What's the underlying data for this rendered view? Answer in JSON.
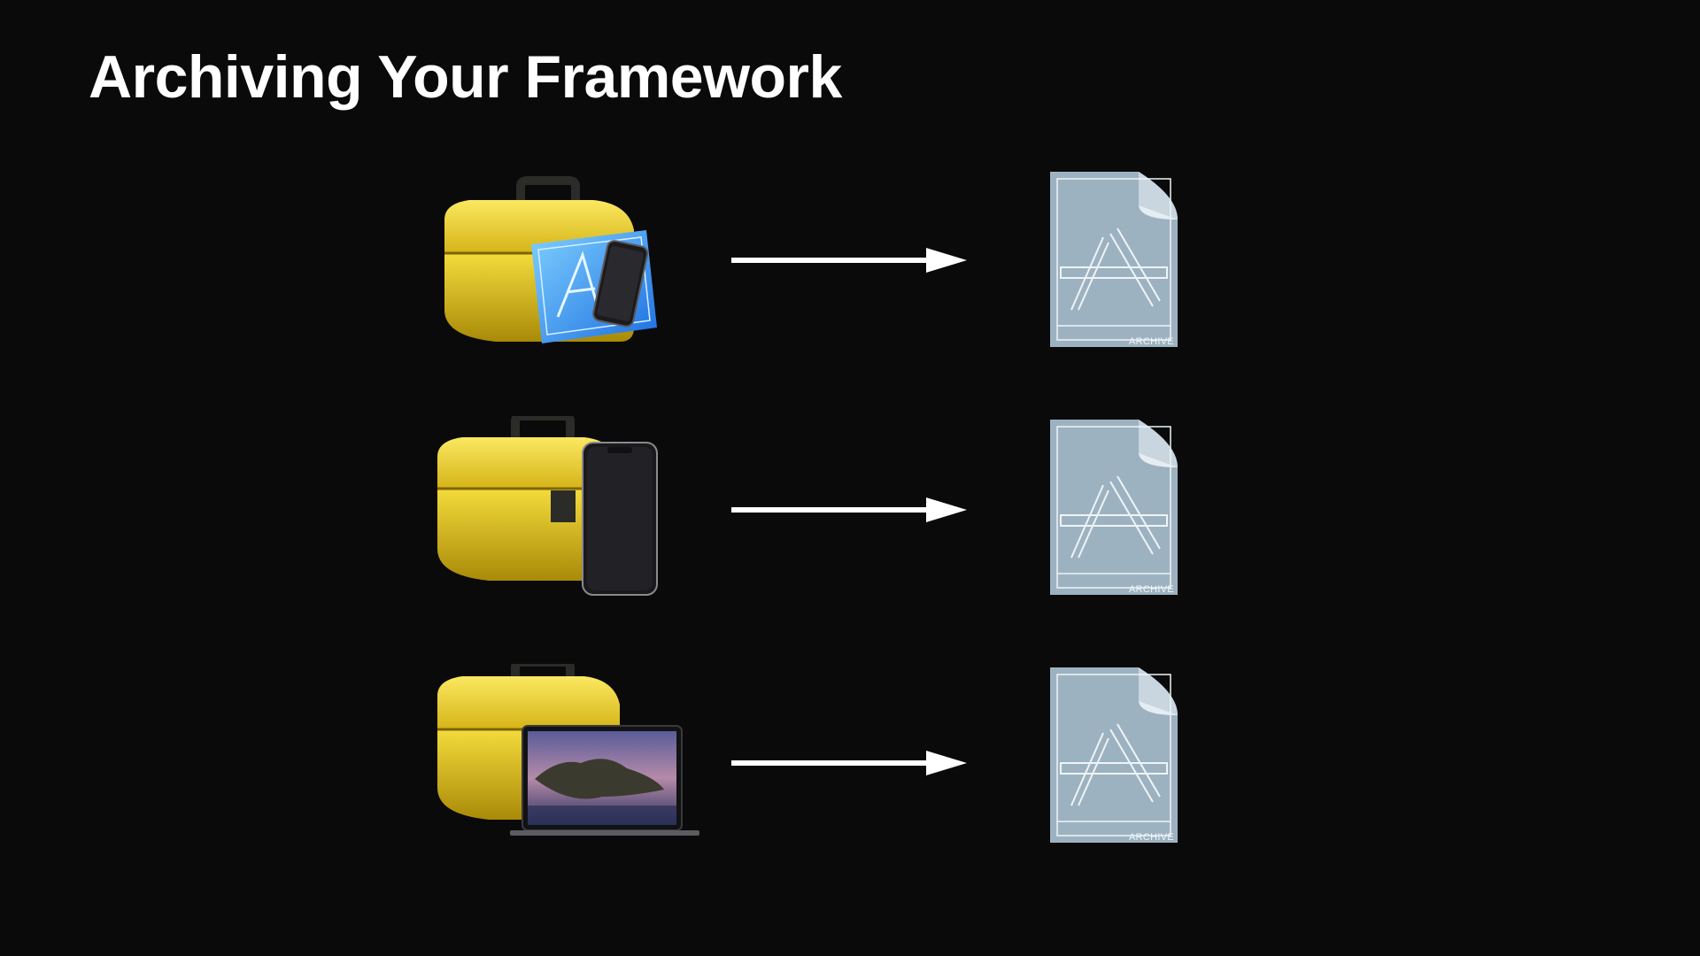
{
  "slide": {
    "title": "Archiving Your Framework"
  },
  "rows": [
    {
      "source_icon": "toolbox-with-xcode-and-iphone-icon",
      "archive_label": "ARCHIVE"
    },
    {
      "source_icon": "toolbox-with-iphone-icon",
      "archive_label": "ARCHIVE"
    },
    {
      "source_icon": "toolbox-with-macbook-icon",
      "archive_label": "ARCHIVE"
    }
  ],
  "colors": {
    "background": "#0a0a0b",
    "title": "#ffffff",
    "toolbox": "#e5c21d",
    "archive": "#9db2c0",
    "arrow": "#ffffff"
  }
}
